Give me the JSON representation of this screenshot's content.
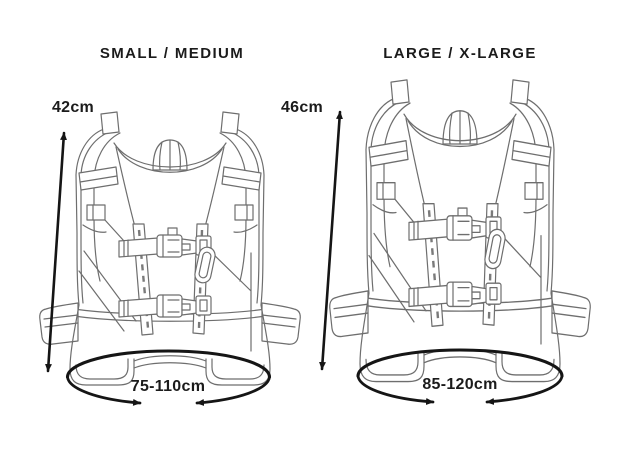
{
  "diagram": {
    "colors": {
      "background": "#ffffff",
      "line_art": "#6e6e6e",
      "measurement": "#151515",
      "text": "#1b1b1b"
    },
    "sizes": [
      {
        "id": "small-medium",
        "label": "SMALL / MEDIUM",
        "back_length": "42cm",
        "chest_range": "75-110cm"
      },
      {
        "id": "large-xlarge",
        "label": "LARGE / X-LARGE",
        "back_length": "46cm",
        "chest_range": "85-120cm"
      }
    ]
  }
}
